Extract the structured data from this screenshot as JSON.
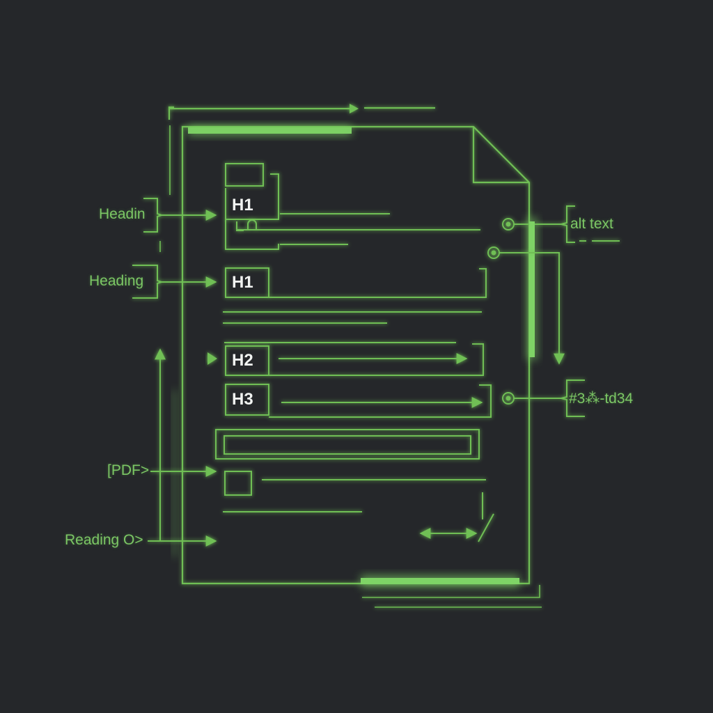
{
  "colors": {
    "background": "#25272a",
    "accent": "#6fbf55",
    "accent_bright": "#7fd466",
    "heading_tag_text": "#f1f3f1"
  },
  "labels": {
    "left": {
      "heading_truncated": "Headin",
      "heading": "Heading",
      "pdf": "[PDF>",
      "reading_order": "Reading O>"
    },
    "right": {
      "alt_text": "alt text",
      "color_code": "#3⁂-td34"
    }
  },
  "document": {
    "tags": {
      "h1_first": "H1",
      "h1_second": "H1",
      "h2": "H2",
      "h3": "H3"
    },
    "icons": [
      "document-icon",
      "bookmark-icon",
      "image-placeholder-icon",
      "scroll-bar-icon"
    ]
  }
}
